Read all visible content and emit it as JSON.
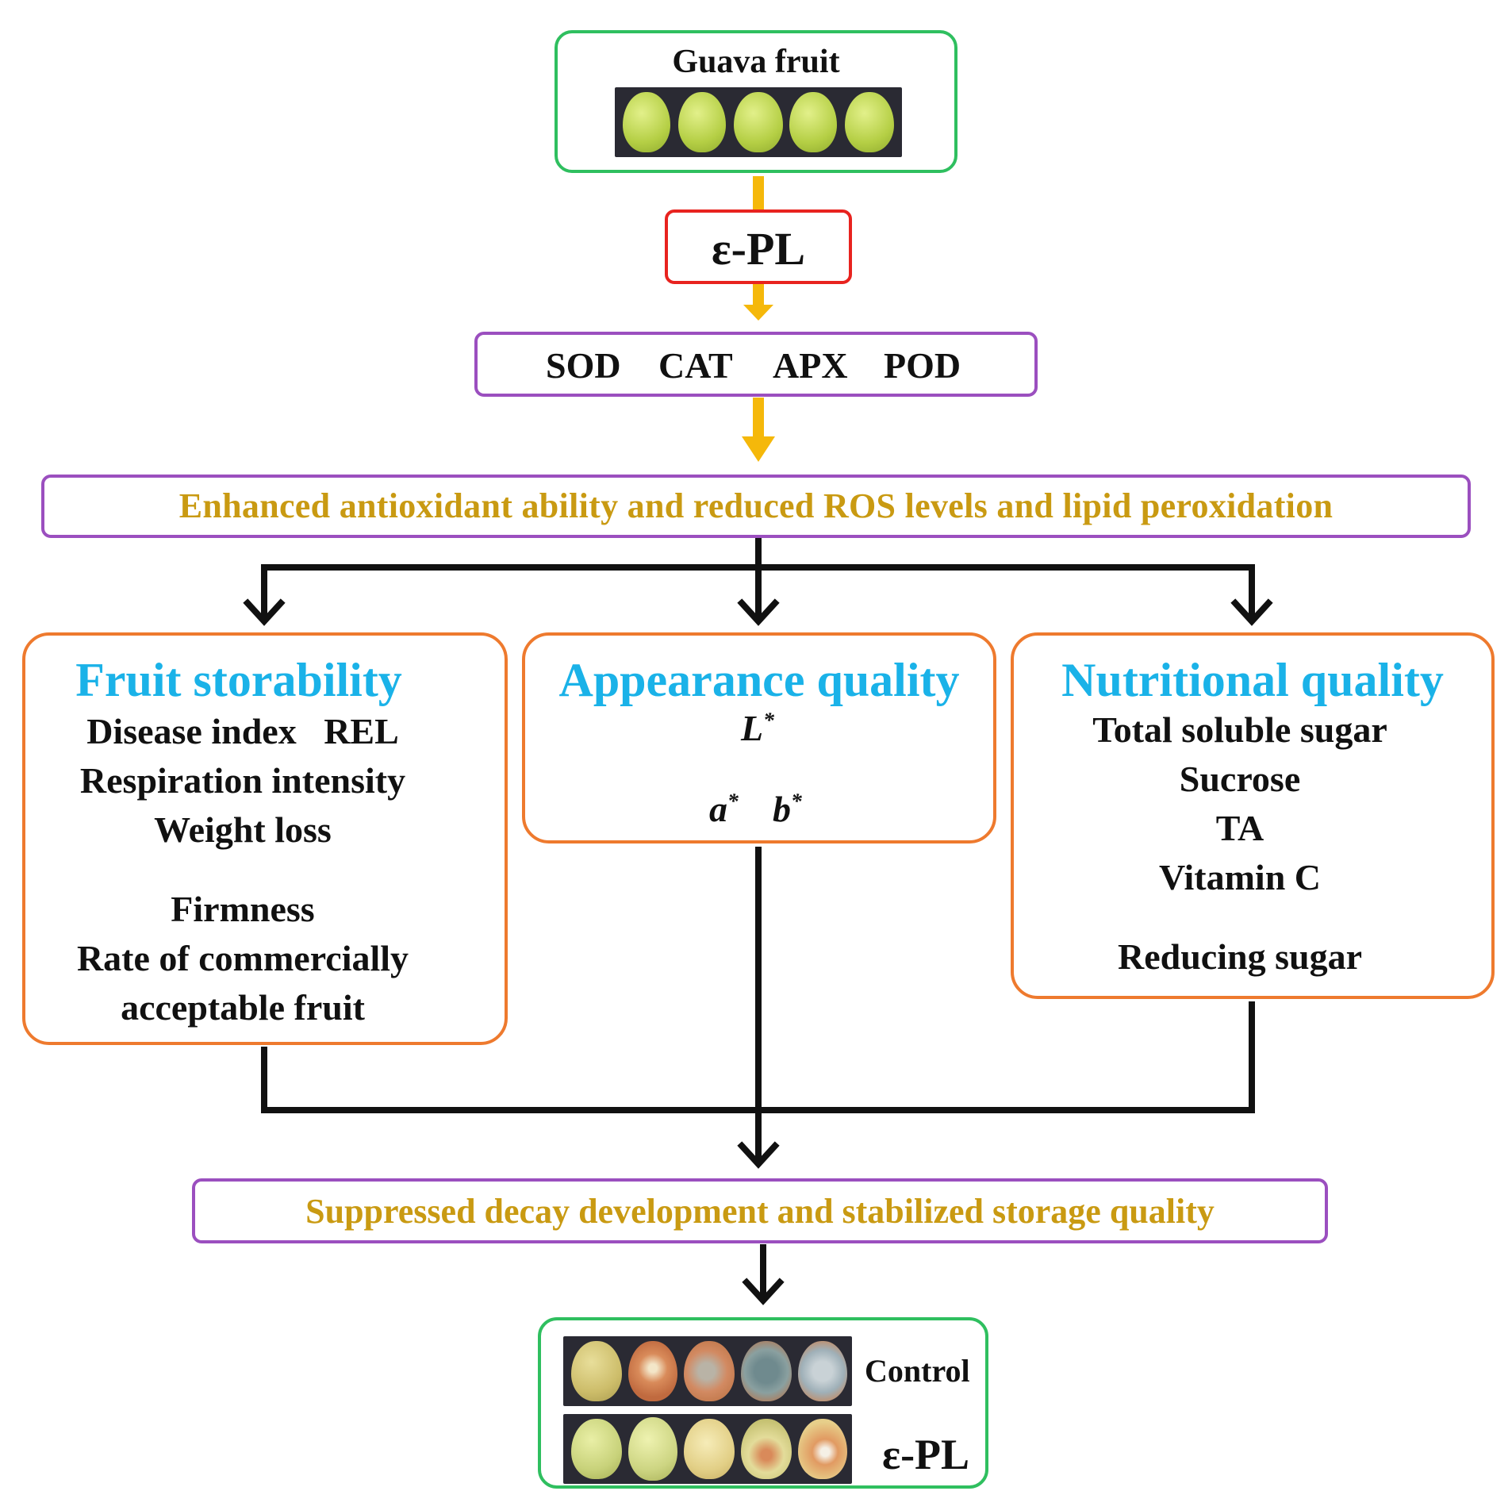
{
  "colors": {
    "green_border": "#2fbf5f",
    "red_border": "#e8231f",
    "purple_border": "#9b4fbf",
    "orange_border": "#ee7a2e",
    "yellow_arrow": "#f5b80a",
    "heading_blue": "#1ab2e8",
    "gold_text": "#c99a12",
    "up_arrow": "#e8141c",
    "down_arrow": "#1aa04a",
    "dash": "#f5c200"
  },
  "top": {
    "title": "Guava fruit",
    "image": "guava-fruit-row"
  },
  "treatment": {
    "label": "ε-PL"
  },
  "enzymes": {
    "items": [
      "SOD",
      "CAT",
      "APX",
      "POD"
    ]
  },
  "effect": {
    "text": "Enhanced antioxidant ability and reduced ROS levels and lipid peroxidation"
  },
  "storability": {
    "heading": "Fruit storability",
    "down_items": [
      "Disease index   REL",
      "Respiration intensity",
      "Weight loss"
    ],
    "up_items": [
      "Firmness",
      "Rate of commercially",
      "acceptable fruit"
    ]
  },
  "appearance": {
    "heading": "Appearance quality",
    "up_item": "L",
    "down_items": [
      "a",
      "b"
    ],
    "superscript": "*"
  },
  "nutrition": {
    "heading": "Nutritional quality",
    "up_items": [
      "Total soluble sugar",
      "Sucrose",
      "TA",
      "Vitamin C"
    ],
    "down_items": [
      "Reducing sugar"
    ]
  },
  "result": {
    "text": "Suppressed decay development and stabilized storage quality"
  },
  "bottom": {
    "control_label": "Control",
    "treated_label": "ε-PL"
  }
}
